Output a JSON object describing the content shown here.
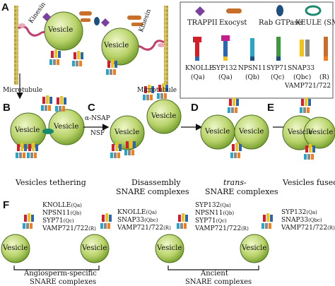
{
  "panels": [
    "A",
    "B",
    "C",
    "D",
    "E",
    "F"
  ],
  "legend": {
    "proteins": [
      {
        "name": "TRAPPII",
        "color": "#7b3fa0"
      },
      {
        "name": "Exocyst",
        "color": "#c8702a"
      },
      {
        "name": "Rab GTPase",
        "color": "#1d4f80"
      },
      {
        "name": "KEULE (SM)",
        "color": "#1a8a6e"
      }
    ],
    "snares": [
      {
        "name": "KNOLLE",
        "sub": "(Qa)"
      },
      {
        "name": "SYP132",
        "sub": "(Qa)"
      },
      {
        "name": "NPSN11",
        "sub": "(Qb)"
      },
      {
        "name": "SYP71",
        "sub": "(Qc)"
      },
      {
        "name": "SNAP33",
        "sub": "(Qbc)"
      },
      {
        "name": "VAMP721/722",
        "sub": "(R)"
      }
    ]
  },
  "panel_a": {
    "vesicle": "Vesicle",
    "kinesin": "Kinesin",
    "microtubule": "Microtubule"
  },
  "panel_b": {
    "vesicle": "Vesicle",
    "caption": "Vesicles tethering"
  },
  "panel_c": {
    "vesicle": "Vesicle",
    "enzyme_line1": "α-NSAP",
    "enzyme_line2": "NSF",
    "caption_line1": "Disassembly",
    "caption_line2": "SNARE complexes"
  },
  "panel_d": {
    "vesicle": "Vesicle",
    "caption_line1": "trans-",
    "caption_line2": "SNARE complexes"
  },
  "panel_e": {
    "vesicle": "Vesicle",
    "caption": "Vesicles fused"
  },
  "panel_f": {
    "vesicle": "Vesicle",
    "left_labels": [
      "KNOLLE",
      "NPSN11",
      "SYP71",
      "VAMP721/722"
    ],
    "left_subs": [
      "(Qa)",
      "(Qb)",
      "(Qc)",
      "(R)"
    ],
    "left_right_labels": [
      "KNOLLE",
      "SNAP33",
      "VAMP721/722"
    ],
    "left_right_subs": [
      "(Qa)",
      "(Qbc)",
      "(R)"
    ],
    "right_labels": [
      "SYP132",
      "NPSN11",
      "SYP71",
      "VAMP721/722"
    ],
    "right_subs": [
      "(Qa)",
      "(Qb)",
      "(Qc)",
      "(R)"
    ],
    "right_right_labels": [
      "SYP132",
      "SNAP33",
      "VAMP721/722"
    ],
    "right_right_subs": [
      "(Qa)",
      "(Qbc)",
      "(R)"
    ],
    "bracket_left_line1": "Angiosperm-specific",
    "bracket_left_line2": "SNARE complexes",
    "bracket_right_line1": "Ancient",
    "bracket_right_line2": "SNARE complexes"
  }
}
